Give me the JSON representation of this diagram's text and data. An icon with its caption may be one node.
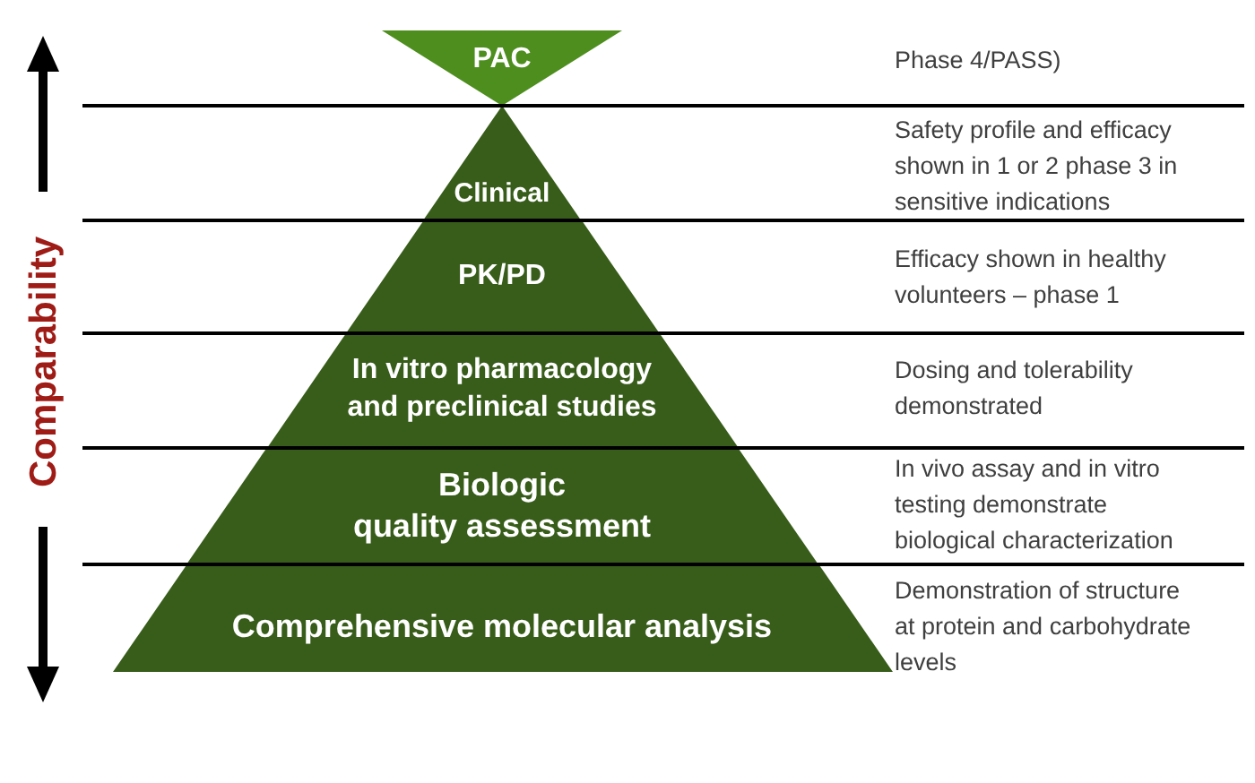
{
  "diagram": {
    "nodes": [
      {
        "text": [
          "PAC"
        ]
      },
      {
        "text": [
          "Clinical"
        ]
      },
      {
        "text": [
          "PK/PD"
        ]
      },
      {
        "text": [
          "In vitro pharmacology and preclinical studies"
        ]
      },
      {
        "text": [
          "Biologic quality assessment"
        ]
      },
      {
        "text": [
          "Comprehensive molecular analysis"
        ]
      }
    ],
    "labels": [
      "Comparability",
      "Phase 4/PASS)",
      "Safety profile and efficacy shown in 1 or 2 phase 3 in sensitive indications",
      "Efficacy shown in healthy volunteers – phase 1",
      "Dosing and tolerability demonstrated",
      "In vivo assay and in vitro testing demonstrate biological characterization",
      "Demonstration of structure at protein and carbohydrate levels"
    ]
  }
}
